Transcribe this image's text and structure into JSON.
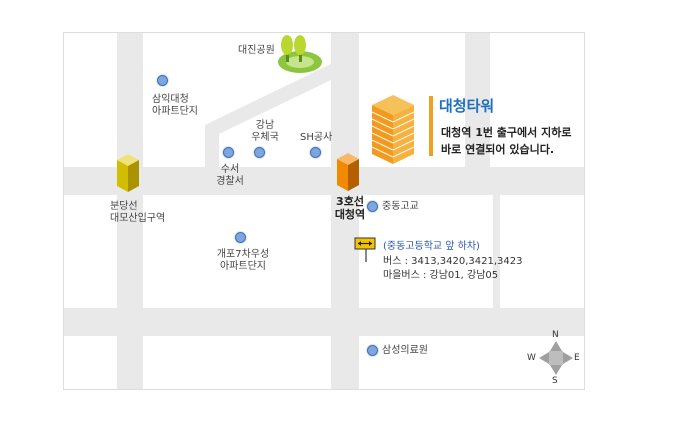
{
  "park": {
    "label": "대진공원"
  },
  "landmarks": {
    "samik_apt": "삼익대청\n아파트단지",
    "gangnam_post": "강남\n우체국",
    "sh_corp": "SH공사",
    "suseo_police": "수서\n경찰서",
    "gaepo_apt": "개포7차우성\n아파트단지",
    "jungdong_high": "중동고교",
    "samsung_hospital": "삼성의료원"
  },
  "stations": {
    "bundang": "분당선\n대모산입구역",
    "line3": "3호선\n대청역"
  },
  "tower": {
    "name": "대청타워",
    "description": "대청역 1번 출구에서 지하로\n바로 연결되어 있습니다."
  },
  "bus_stop": {
    "title": "(중동고등학교 앞 하차)",
    "bus": "버스 : 3413,3420,3421,3423",
    "village_bus": "마을버스 : 강남01, 강남05"
  },
  "compass": {
    "n": "N",
    "s": "S",
    "e": "E",
    "w": "W"
  },
  "colors": {
    "road": "#e9e9e9",
    "block": "#ffffff",
    "poi": "#7ea6de",
    "accent_blue": "#1f6fc0",
    "accent_orange": "#f0a020",
    "bundang_line": "#d8c400",
    "line3": "#f08a00"
  }
}
